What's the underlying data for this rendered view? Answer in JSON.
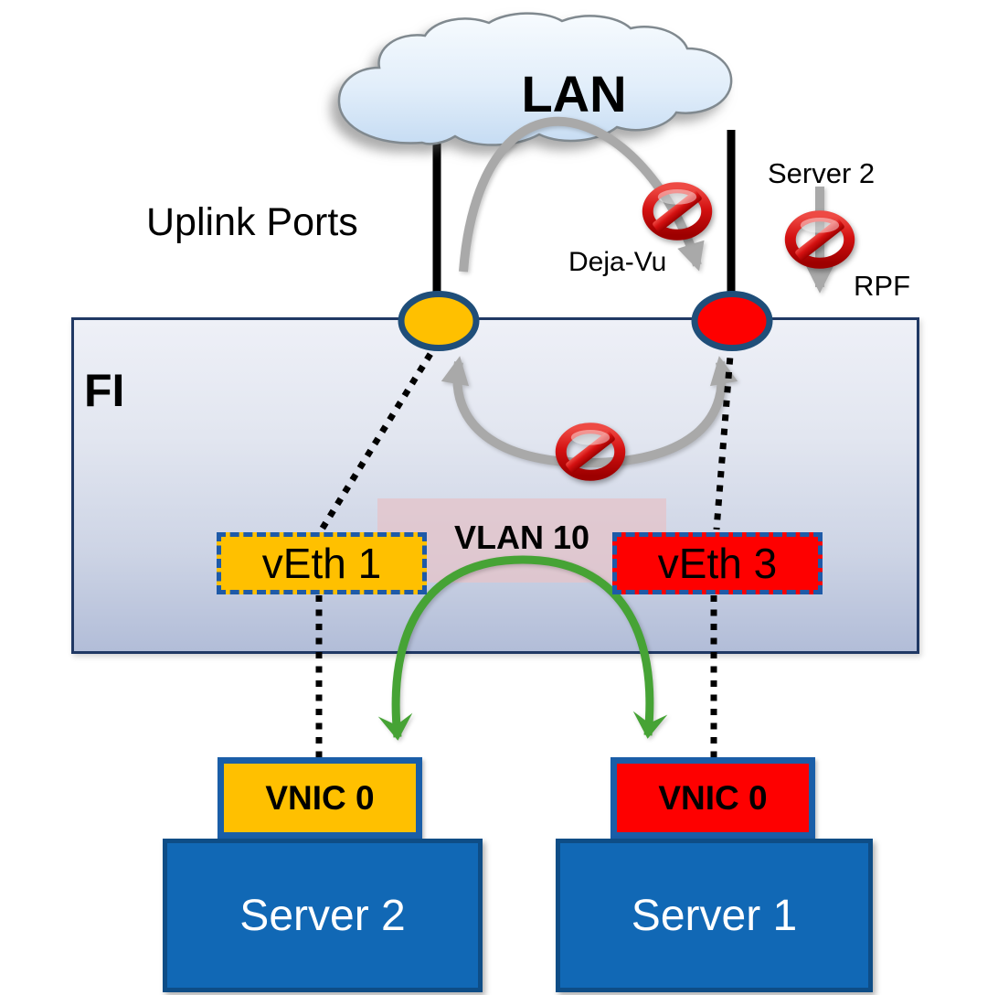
{
  "cloud": {
    "label": "LAN"
  },
  "uplink": {
    "label": "Uplink Ports"
  },
  "blocked_flows": {
    "deja_vu": {
      "label": "Deja-Vu"
    },
    "rpf": {
      "label": "RPF",
      "source_label": "Server 2"
    }
  },
  "fi": {
    "label": "FI",
    "vlan_label": "VLAN 10",
    "veths": [
      {
        "label": "vEth 1"
      },
      {
        "label": "vEth 3"
      }
    ]
  },
  "vnics": [
    {
      "label": "VNIC 0"
    },
    {
      "label": "VNIC 0"
    }
  ],
  "servers": [
    {
      "label": "Server 2"
    },
    {
      "label": "Server 1"
    }
  ],
  "colors": {
    "accent-yellow": "#FFC000",
    "accent-red": "#FE0000",
    "server-blue": "#1168B5",
    "server-border": "#0E4D86",
    "vnic-border": "#1A5EA8",
    "veth-dash-blue": "#1E5AA8",
    "port-ring-navy": "#1F4E79",
    "fi-border-navy": "#203864",
    "arrow-gray": "#A9A9A9",
    "arrow-green": "#46A335",
    "no-sign-red": "#C00000",
    "vlan-pink": "#E4C4CB",
    "cloud-blue": "#CCE0F5",
    "line-black": "#000000"
  }
}
